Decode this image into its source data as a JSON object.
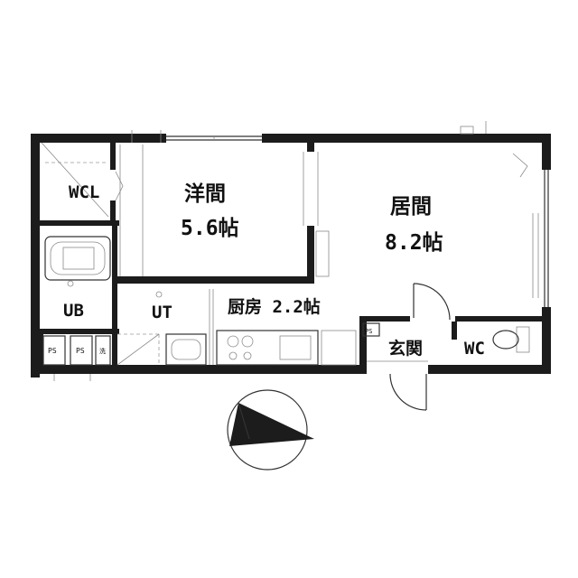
{
  "rooms": {
    "wcl": "WCL",
    "western_room_name": "洋間",
    "western_room_size": "5.6帖",
    "living_room_name": "居間",
    "living_room_size": "8.2帖",
    "ub": "UB",
    "ut": "UT",
    "kitchen": "厨房 2.2帖",
    "entrance": "玄関",
    "wc": "WC",
    "ps1": "PS",
    "ps2": "PS",
    "ps3": "PS",
    "washer_mark": "洗"
  },
  "compass": {
    "icon": "north-arrow-icon"
  }
}
